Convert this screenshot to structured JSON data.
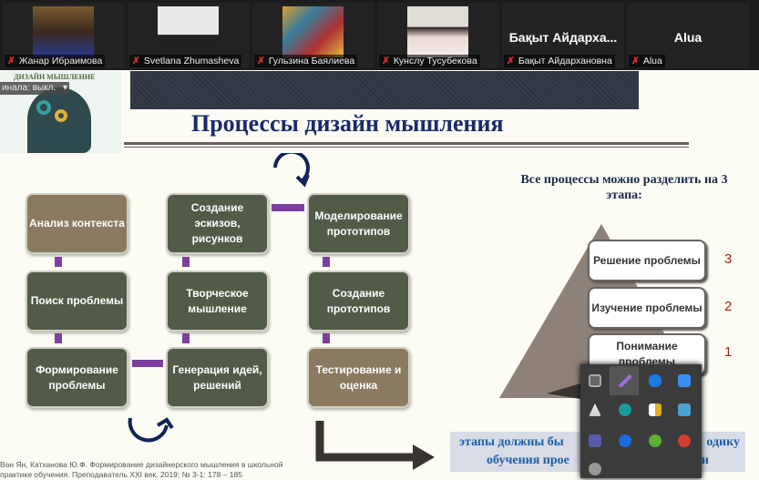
{
  "participants": [
    {
      "name": "Жанар Ибраимова",
      "muted": true
    },
    {
      "name": "Svetlana Zhumasheva",
      "muted": true
    },
    {
      "name": "Гульзина Баялиева",
      "muted": true
    },
    {
      "name": "Кунслу Тусубекова",
      "muted": true
    },
    {
      "name": "Бақыт Айдархановна",
      "display": "Бақыт  Айдарха...",
      "muted": true
    },
    {
      "name": "Alua",
      "display": "Alua",
      "muted": true
    }
  ],
  "mute_glyph": "✗",
  "logo_text": "ДИЗАЙН МЫШЛЕНИЕ",
  "original_sound": "инала: выкл.",
  "dropdown_glyph": "▾",
  "slide": {
    "title": "Процессы дизайн мышления",
    "boxes": [
      "Анализ контекста",
      "Поиск проблемы",
      "Формирование проблемы",
      "Создание эскизов, рисунков",
      "Творческое мышление",
      "Генерация идей, решений",
      "Моделирование прототипов",
      "Создание прототипов",
      "Тестирование и оценка"
    ],
    "right_heading": "Все процессы можно разделить на 3 этапа:",
    "stages": [
      {
        "label": "Решение проблемы",
        "num": "3"
      },
      {
        "label": "Изучение проблемы",
        "num": "2"
      },
      {
        "label": "Понимание проблемы",
        "num": "1"
      }
    ],
    "banner_line1": "этапы должны бы",
    "banner_line1b": "одику",
    "banner_line2": "обучения прое",
    "banner_line2b": "и",
    "citation1": "Ван Ян, Катханова Ю.Ф. Формирование дизайнерского мышления в школьной",
    "citation2": "практике обучения. Преподаватель XXI век. 2019; № 3-1: 178 – 185"
  },
  "tray_icons": [
    "touchpad-icon",
    "pen-icon",
    "bluetooth-icon",
    "zoom-icon",
    "app-icon",
    "eset-icon",
    "security-warning-icon",
    "keyboard-app-icon",
    "teams-icon",
    "teamviewer-icon",
    "utorrent-icon",
    "ccleaner-icon",
    "skype-icon"
  ]
}
